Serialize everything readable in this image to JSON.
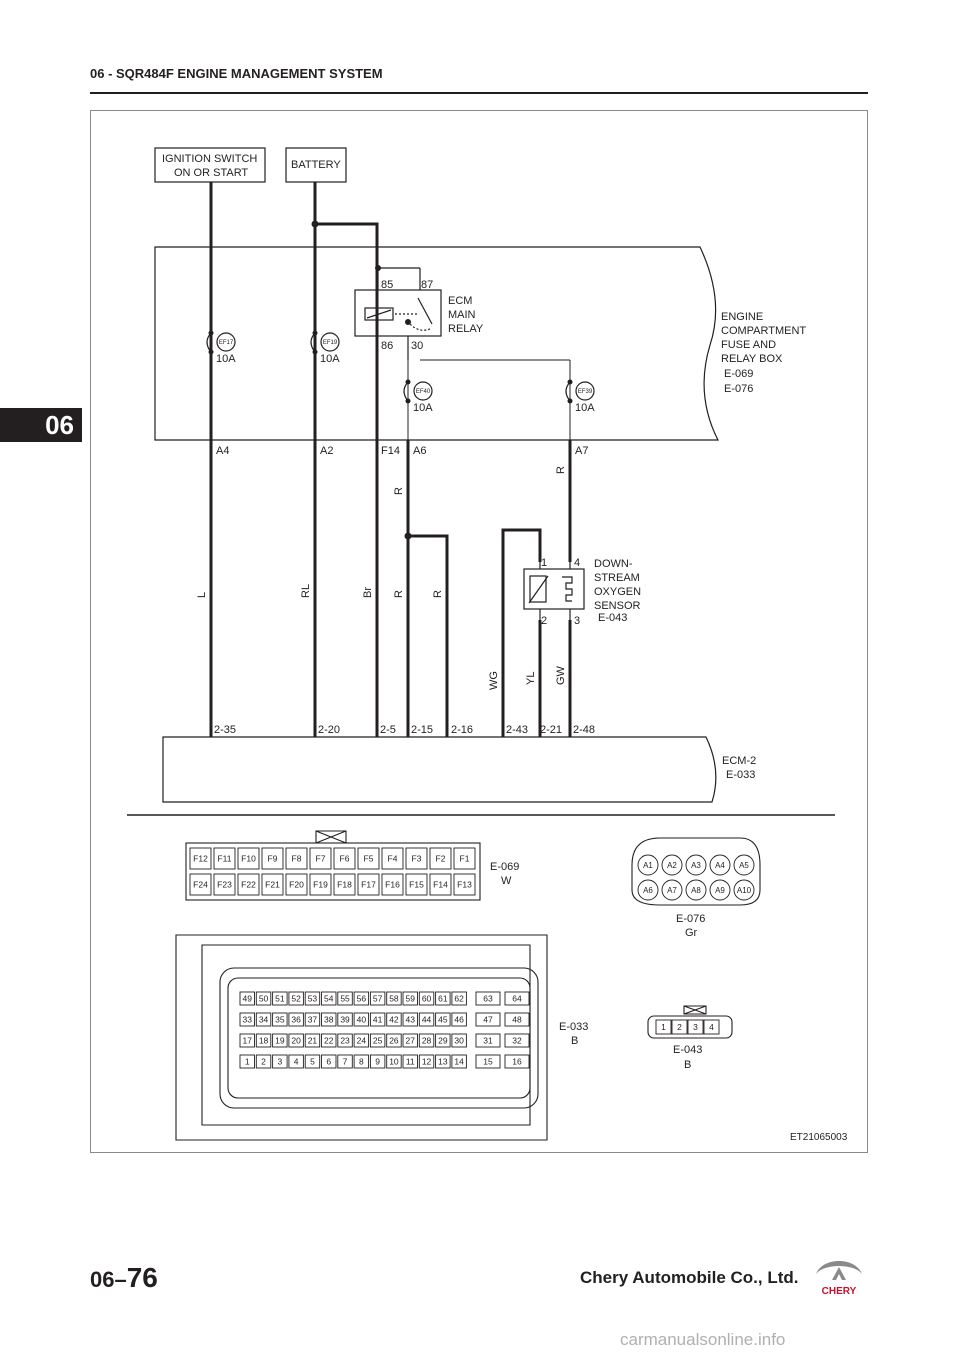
{
  "header": {
    "title": "06 - SQR484F ENGINE MANAGEMENT SYSTEM"
  },
  "side_tab": {
    "label": "06"
  },
  "footer": {
    "section": "06–",
    "page": "76",
    "company": "Chery Automobile Co., Ltd.",
    "logo_text": "CHERY"
  },
  "watermark": "carmanualsonline.info",
  "diagram": {
    "id": "ET21065003",
    "ignition_switch": {
      "line1": "IGNITION SWITCH",
      "line2": "ON OR START"
    },
    "battery": "BATTERY",
    "fuse_box": {
      "lines": [
        "ENGINE",
        "COMPARTMENT",
        "FUSE AND",
        "RELAY BOX"
      ],
      "connectors": [
        "E-069",
        "E-076"
      ]
    },
    "relay": {
      "lines": [
        "ECM",
        "MAIN",
        "RELAY"
      ],
      "pins": [
        "85",
        "87",
        "86",
        "30"
      ]
    },
    "fuses": [
      {
        "id": "EF17",
        "rating": "10A"
      },
      {
        "id": "EF19",
        "rating": "10A"
      },
      {
        "id": "EF40",
        "rating": "10A"
      },
      {
        "id": "EF39",
        "rating": "10A"
      }
    ],
    "fuse_box_pins": [
      "A4",
      "A2",
      "F14",
      "A6",
      "A7"
    ],
    "wire_colors": [
      "L",
      "RL",
      "Br",
      "R",
      "R",
      "R",
      "R",
      "WG",
      "YL",
      "GW"
    ],
    "sensor": {
      "lines": [
        "DOWN-",
        "STREAM",
        "OXYGEN",
        "SENSOR"
      ],
      "connector": "E-043",
      "pins": [
        "1",
        "4",
        "2",
        "3"
      ]
    },
    "ecm_pins": [
      "2-35",
      "2-20",
      "2-5",
      "2-15",
      "2-16",
      "2-43",
      "2-21",
      "2-48"
    ],
    "ecm": {
      "name": "ECM-2",
      "connector": "E-033"
    },
    "conn_e069": {
      "id": "E-069",
      "color": "W",
      "row1": [
        "F12",
        "F11",
        "F10",
        "F9",
        "F8",
        "F7",
        "F6",
        "F5",
        "F4",
        "F3",
        "F2",
        "F1"
      ],
      "row2": [
        "F24",
        "F23",
        "F22",
        "F21",
        "F20",
        "F19",
        "F18",
        "F17",
        "F16",
        "F15",
        "F14",
        "F13"
      ]
    },
    "conn_e076": {
      "id": "E-076",
      "color": "Gr",
      "row1": [
        "A1",
        "A2",
        "A3",
        "A4",
        "A5"
      ],
      "row2": [
        "A6",
        "A7",
        "A8",
        "A9",
        "A10"
      ]
    },
    "conn_e033": {
      "id": "E-033",
      "color": "B",
      "row1": [
        "49",
        "50",
        "51",
        "52",
        "53",
        "54",
        "55",
        "56",
        "57",
        "58",
        "59",
        "60",
        "61",
        "62",
        "63",
        "64"
      ],
      "row2": [
        "33",
        "34",
        "35",
        "36",
        "37",
        "38",
        "39",
        "40",
        "41",
        "42",
        "43",
        "44",
        "45",
        "46",
        "47",
        "48"
      ],
      "row3": [
        "17",
        "18",
        "19",
        "20",
        "21",
        "22",
        "23",
        "24",
        "25",
        "26",
        "27",
        "28",
        "29",
        "30",
        "31",
        "32"
      ],
      "row4": [
        "1",
        "2",
        "3",
        "4",
        "5",
        "6",
        "7",
        "8",
        "9",
        "10",
        "11",
        "12",
        "13",
        "14",
        "15",
        "16"
      ]
    },
    "conn_e043": {
      "id": "E-043",
      "color": "B",
      "pins": [
        "1",
        "2",
        "3",
        "4"
      ]
    }
  }
}
